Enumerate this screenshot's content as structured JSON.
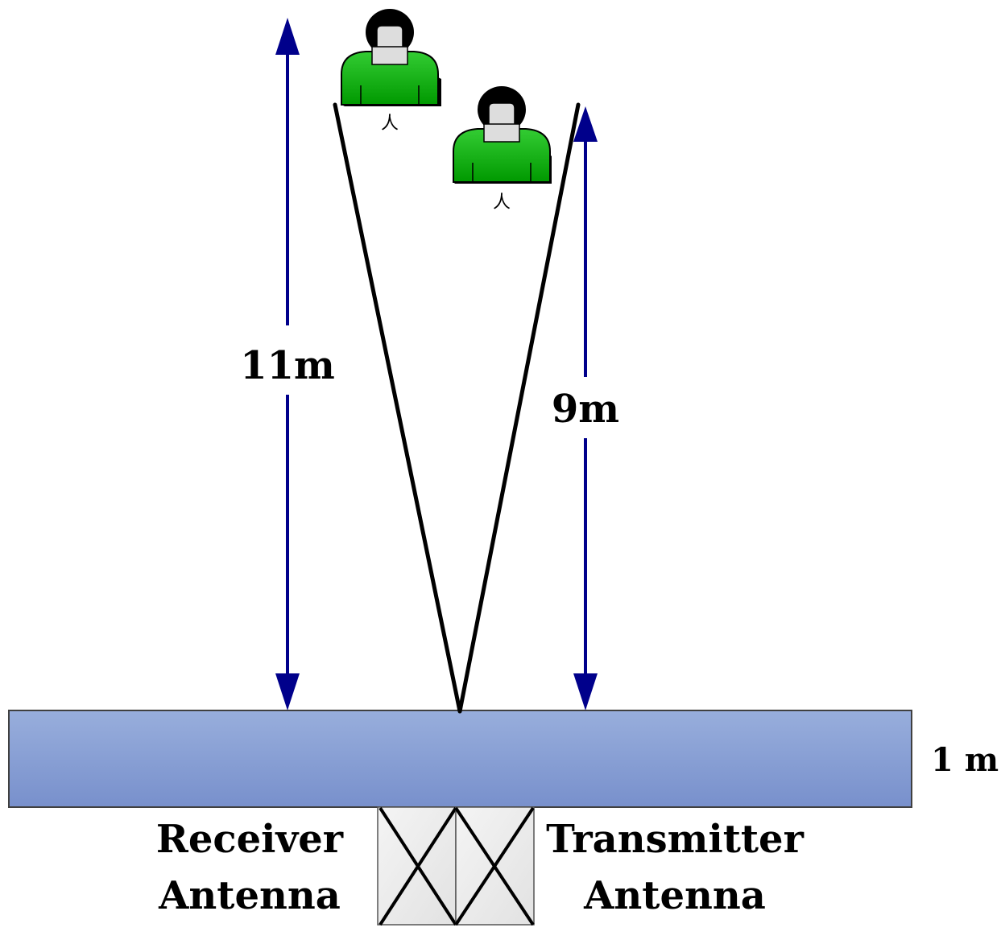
{
  "labels": {
    "height_left": "11m",
    "height_right": "9m",
    "wall_thickness": "1 m",
    "receiver_line1": "Receiver",
    "receiver_line2": "Antenna",
    "transmitter_line1": "Transmitter",
    "transmitter_line2": "Antenna"
  },
  "people": [
    {
      "caption": "人"
    },
    {
      "caption": "人"
    }
  ],
  "colors": {
    "arrow": "#00008B",
    "wall_top": "#98AEDC",
    "wall_bottom": "#7890CC",
    "wall_border": "#404040",
    "person_body": "#00A000",
    "person_body_light": "#33CC33",
    "beam": "#000000",
    "antenna_fill": "#EEEEEE"
  }
}
